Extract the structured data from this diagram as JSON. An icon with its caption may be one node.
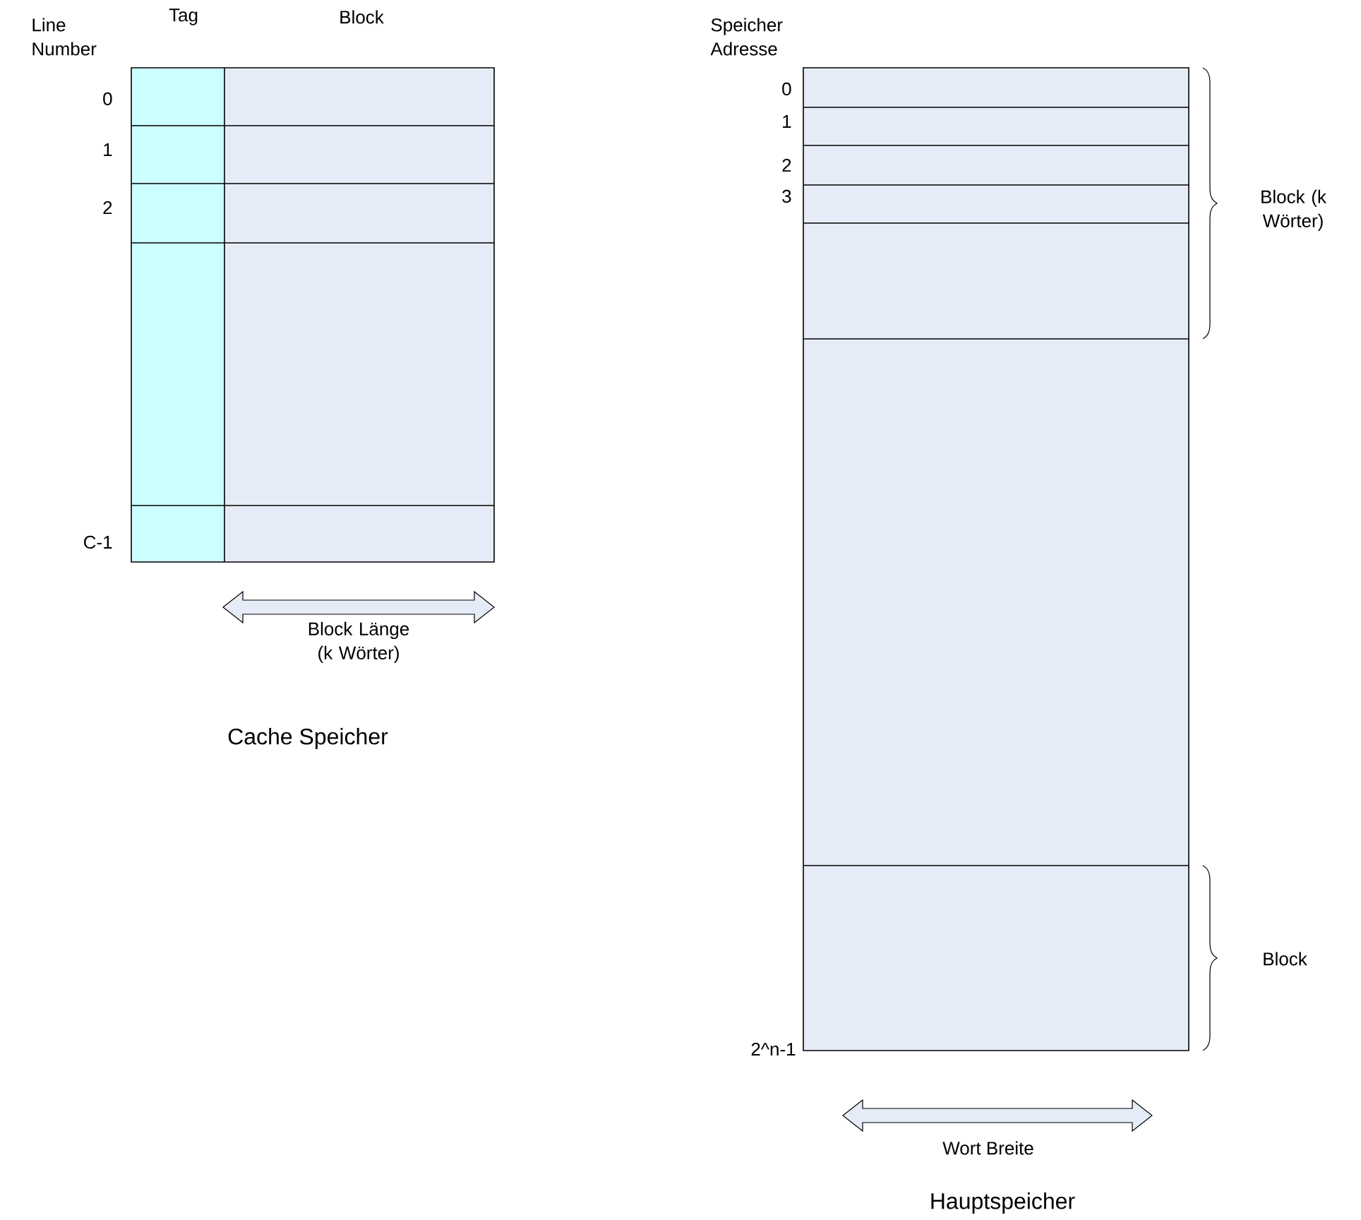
{
  "diagram": {
    "labels": [
      "Line Number",
      "Tag",
      "Block",
      "0",
      "1",
      "2",
      "C-1",
      "Block Länge (k Wörter)",
      "Cache Speicher",
      "Speicher Adresse",
      "0",
      "1",
      "2",
      "3",
      "Block (k Wörter)",
      "Block",
      "2^n-1",
      "Wort Breite",
      "Hauptspeicher"
    ]
  }
}
